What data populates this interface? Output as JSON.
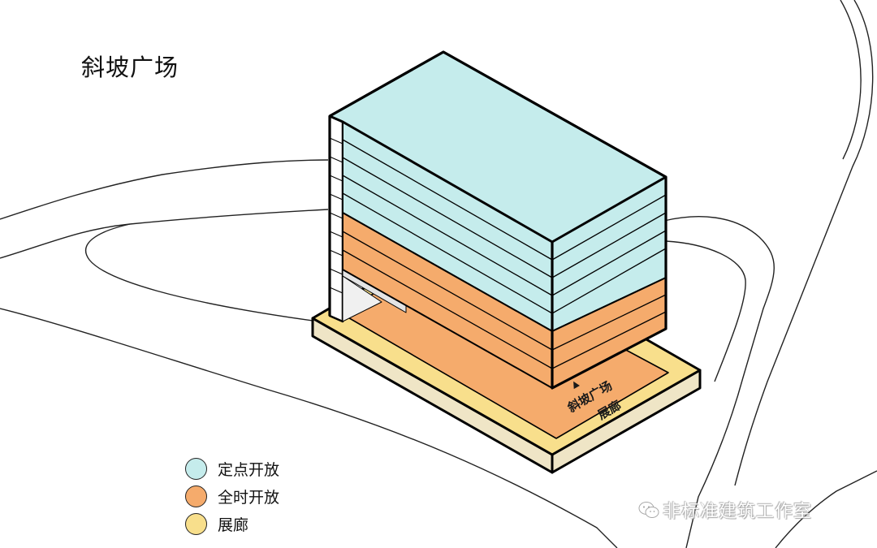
{
  "title": "斜坡广场",
  "colors": {
    "scheduled_open": "#c5ecec",
    "always_open": "#f5ab6c",
    "gallery": "#f8df8c",
    "podium_side": "#efe5c6",
    "outline": "#000000"
  },
  "plaza_label": "斜坡广场",
  "plaza_arrow": "▲",
  "gallery_label": "展廊",
  "legend": [
    {
      "label": "定点开放",
      "color": "#c5ecec"
    },
    {
      "label": "全时开放",
      "color": "#f5ab6c"
    },
    {
      "label": "展廊",
      "color": "#f8df8c"
    }
  ],
  "watermark": {
    "icon": "wechat-icon",
    "text": "非标准建筑工作室"
  }
}
